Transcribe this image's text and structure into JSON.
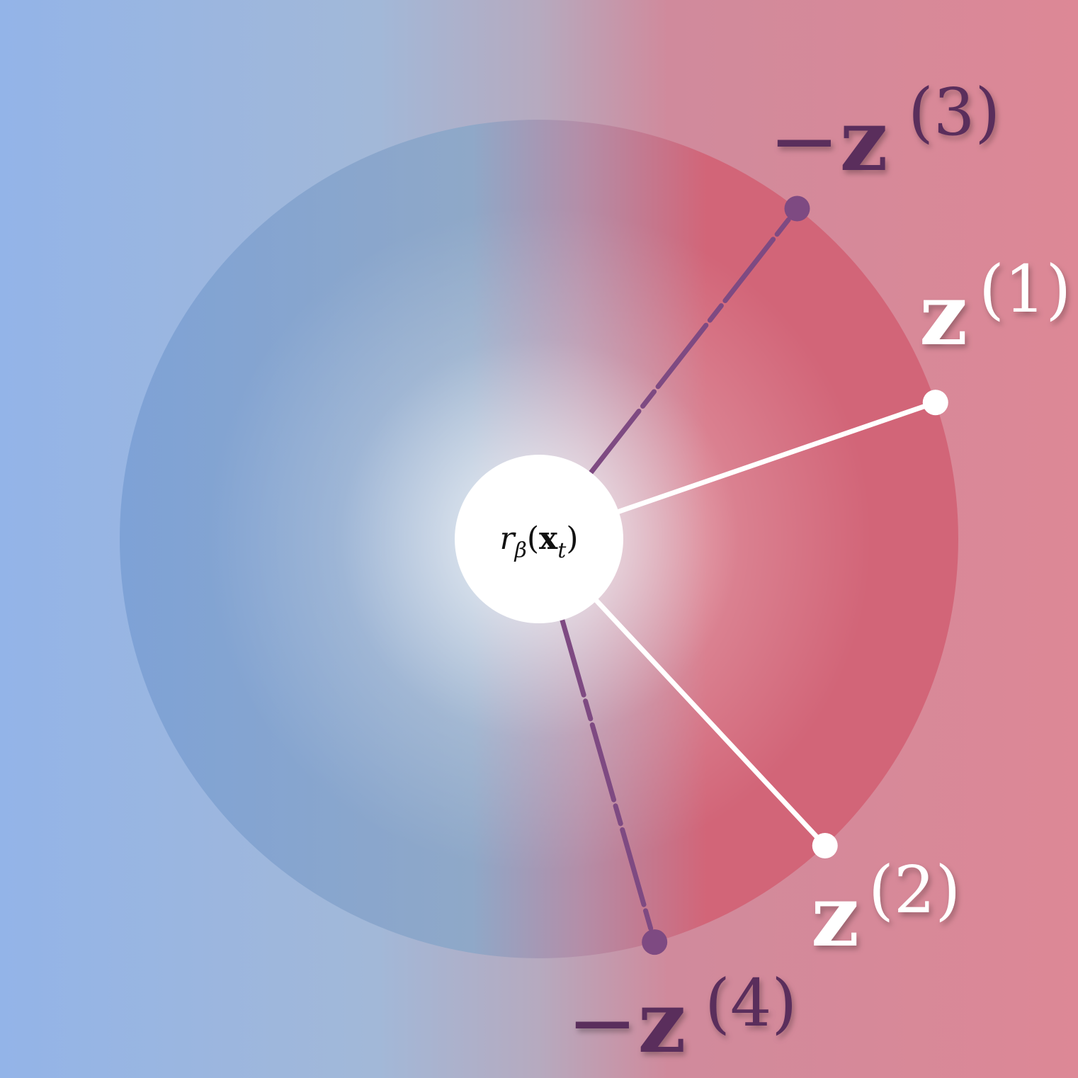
{
  "colors": {
    "blue": "#93b4e8",
    "pink": "#dd8896",
    "disk_blue": "#7ea2d6",
    "disk_red": "#d26578",
    "neg_purple": "#7e4a82",
    "neg_label": "#5a2d5c",
    "pos_white": "#ffffff"
  },
  "center_label": {
    "base": "r",
    "sub": "β",
    "open": "(",
    "var": "x",
    "var_sub": "t",
    "close": ")"
  },
  "samples": [
    {
      "id": "z1",
      "sign": "",
      "name": "z",
      "index": "(1)",
      "kind": "positive",
      "angle_deg": -19
    },
    {
      "id": "z2",
      "sign": "",
      "name": "z",
      "index": "(2)",
      "kind": "positive",
      "angle_deg": 47
    },
    {
      "id": "z3",
      "sign": "−",
      "name": "z",
      "index": "(3)",
      "kind": "negative",
      "angle_deg": -52
    },
    {
      "id": "z4",
      "sign": "−",
      "name": "z",
      "index": "(4)",
      "kind": "negative",
      "angle_deg": 74
    }
  ]
}
